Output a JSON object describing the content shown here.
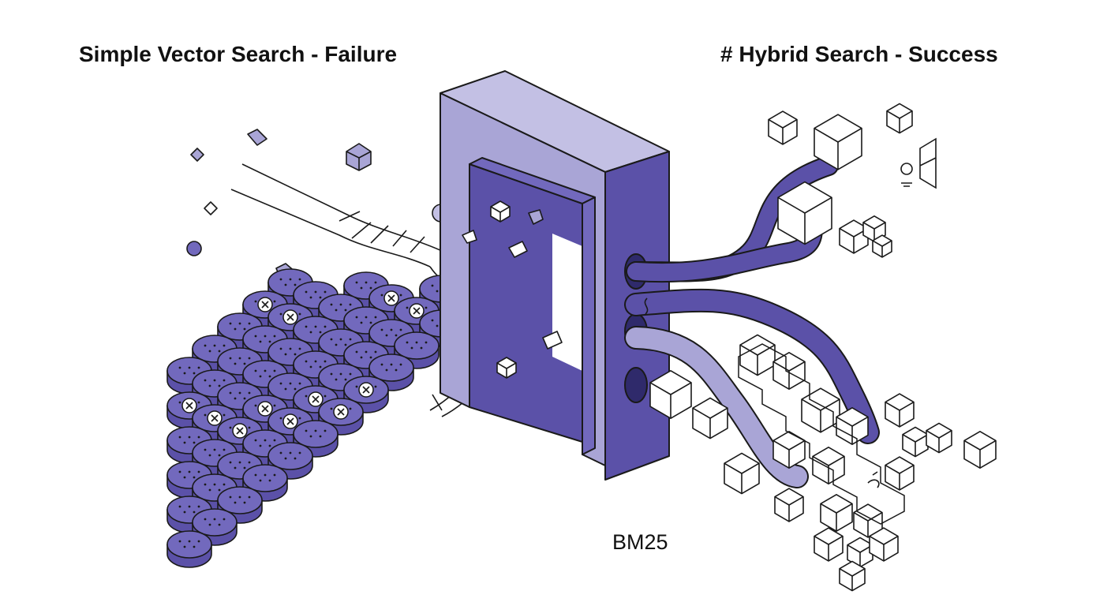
{
  "labels": {
    "left_title": "Simple Vector Search - Failure",
    "right_title": "# Hybrid Search - Success",
    "gate_label": "BM25"
  },
  "colors": {
    "purple_dark": "#5b51a8",
    "purple_mid": "#7269bd",
    "purple_light": "#a9a5d6",
    "purple_pale": "#c3c0e4",
    "ink": "#1a1a1a",
    "background": "#ffffff"
  },
  "icons": {
    "rejected_marker": "x-circle-icon",
    "scattered_fragment": "cube-icon",
    "result_block": "cube-icon"
  }
}
